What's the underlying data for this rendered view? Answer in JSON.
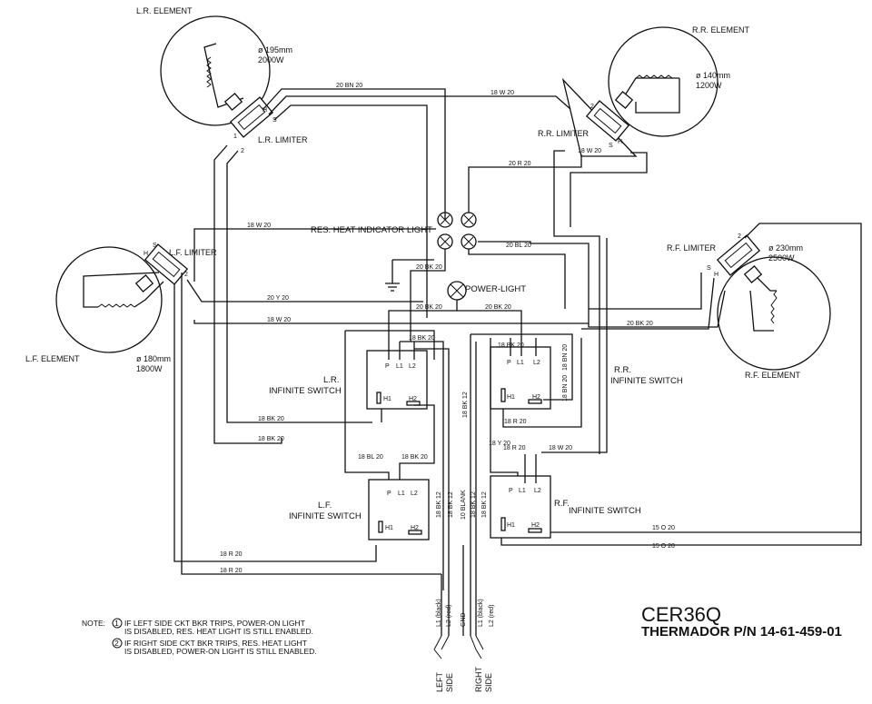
{
  "elements": {
    "lr": {
      "name": "L.R. ELEMENT",
      "size": "ø 195mm",
      "watts": "2000W"
    },
    "rr": {
      "name": "R.R. ELEMENT",
      "size": "ø 140mm",
      "watts": "1200W"
    },
    "lf": {
      "name": "L.F. ELEMENT",
      "size": "ø 180mm",
      "watts": "1800W"
    },
    "rf": {
      "name": "R.F. ELEMENT",
      "size": "ø 230mm",
      "watts": "2500W"
    }
  },
  "limiters": {
    "lr": "L.R. LIMITER",
    "rr": "R.R. LIMITER",
    "lf": "L.F. LIMITER",
    "rf": "R.F. LIMITER"
  },
  "terminals": {
    "h": "H",
    "s": "S",
    "one": "1",
    "two": "2"
  },
  "switches": {
    "lr": {
      "line1": "L.R.",
      "line2": "INFINITE SWITCH"
    },
    "rr": {
      "line1": "R.R.",
      "line2": "INFINITE SWITCH"
    },
    "lf": {
      "line1": "L.F.",
      "line2": "INFINITE SWITCH"
    },
    "rf": {
      "line1": "R.F.",
      "line2": "INFINITE SWITCH"
    },
    "terms": {
      "p": "P",
      "l1": "L1",
      "l2": "L2",
      "h1": "H1",
      "h2": "H2"
    }
  },
  "lights": {
    "res_heat": "RES. HEAT INDICATOR LIGHT",
    "power": "POWER-LIGHT"
  },
  "wires": {
    "w1": "20 BN 20",
    "w2": "18 W 20",
    "w3": "20 R 20",
    "w4": "18 W 20",
    "w5": "18 W 20",
    "w6": "20 BL 20",
    "w7": "20 BK 20",
    "w8": "20 Y 20",
    "w9": "20 BK 20",
    "w10": "20 BK 20",
    "w11": "18 W 20",
    "w12": "20 BK 20",
    "w13": "18 BK 20",
    "w14": "18 BK 20",
    "w15": "18 R 20",
    "w16": "18 BK 20",
    "w17": "18 BK 20",
    "w18": "18 BL 20",
    "w19": "18 BK 20",
    "w20": "18 R 20",
    "w21": "18 Y 20",
    "w22": "18 W 20",
    "w23": "18 R 20",
    "w24": "18 R 20",
    "w25": "15 O 20",
    "w26": "15 O 20",
    "v1": "18 BN 20",
    "v2": "18 BN 20",
    "v3": "18 BK 12",
    "v4": "18 BK 12",
    "v5": "18 BK 12",
    "v6": "10 BLANK",
    "v7": "18 BK 12",
    "v8": "18 BK 12"
  },
  "supply": {
    "l1_left": "L1 (black)",
    "l2_left": "L2 (red)",
    "gnd": "GND",
    "l1_right": "L1 (black)",
    "l2_right": "L2 (red)",
    "left_side": [
      "LEFT",
      "SIDE"
    ],
    "right_side": [
      "RIGHT",
      "SIDE"
    ]
  },
  "note": {
    "label": "NOTE:",
    "n1_num": "1",
    "n1_line1": "IF LEFT SIDE CKT BKR TRIPS, POWER-ON LIGHT",
    "n1_line2": "IS DISABLED, RES. HEAT LIGHT IS STILL ENABLED.",
    "n2_num": "2",
    "n2_line1": "IF RIGHT SIDE CKT BKR TRIPS, RES. HEAT LIGHT",
    "n2_line2": "IS DISABLED, POWER-ON LIGHT IS STILL ENABLED."
  },
  "title": {
    "model": "CER36Q",
    "part_number": "THERMADOR P/N 14-61-459-01"
  }
}
